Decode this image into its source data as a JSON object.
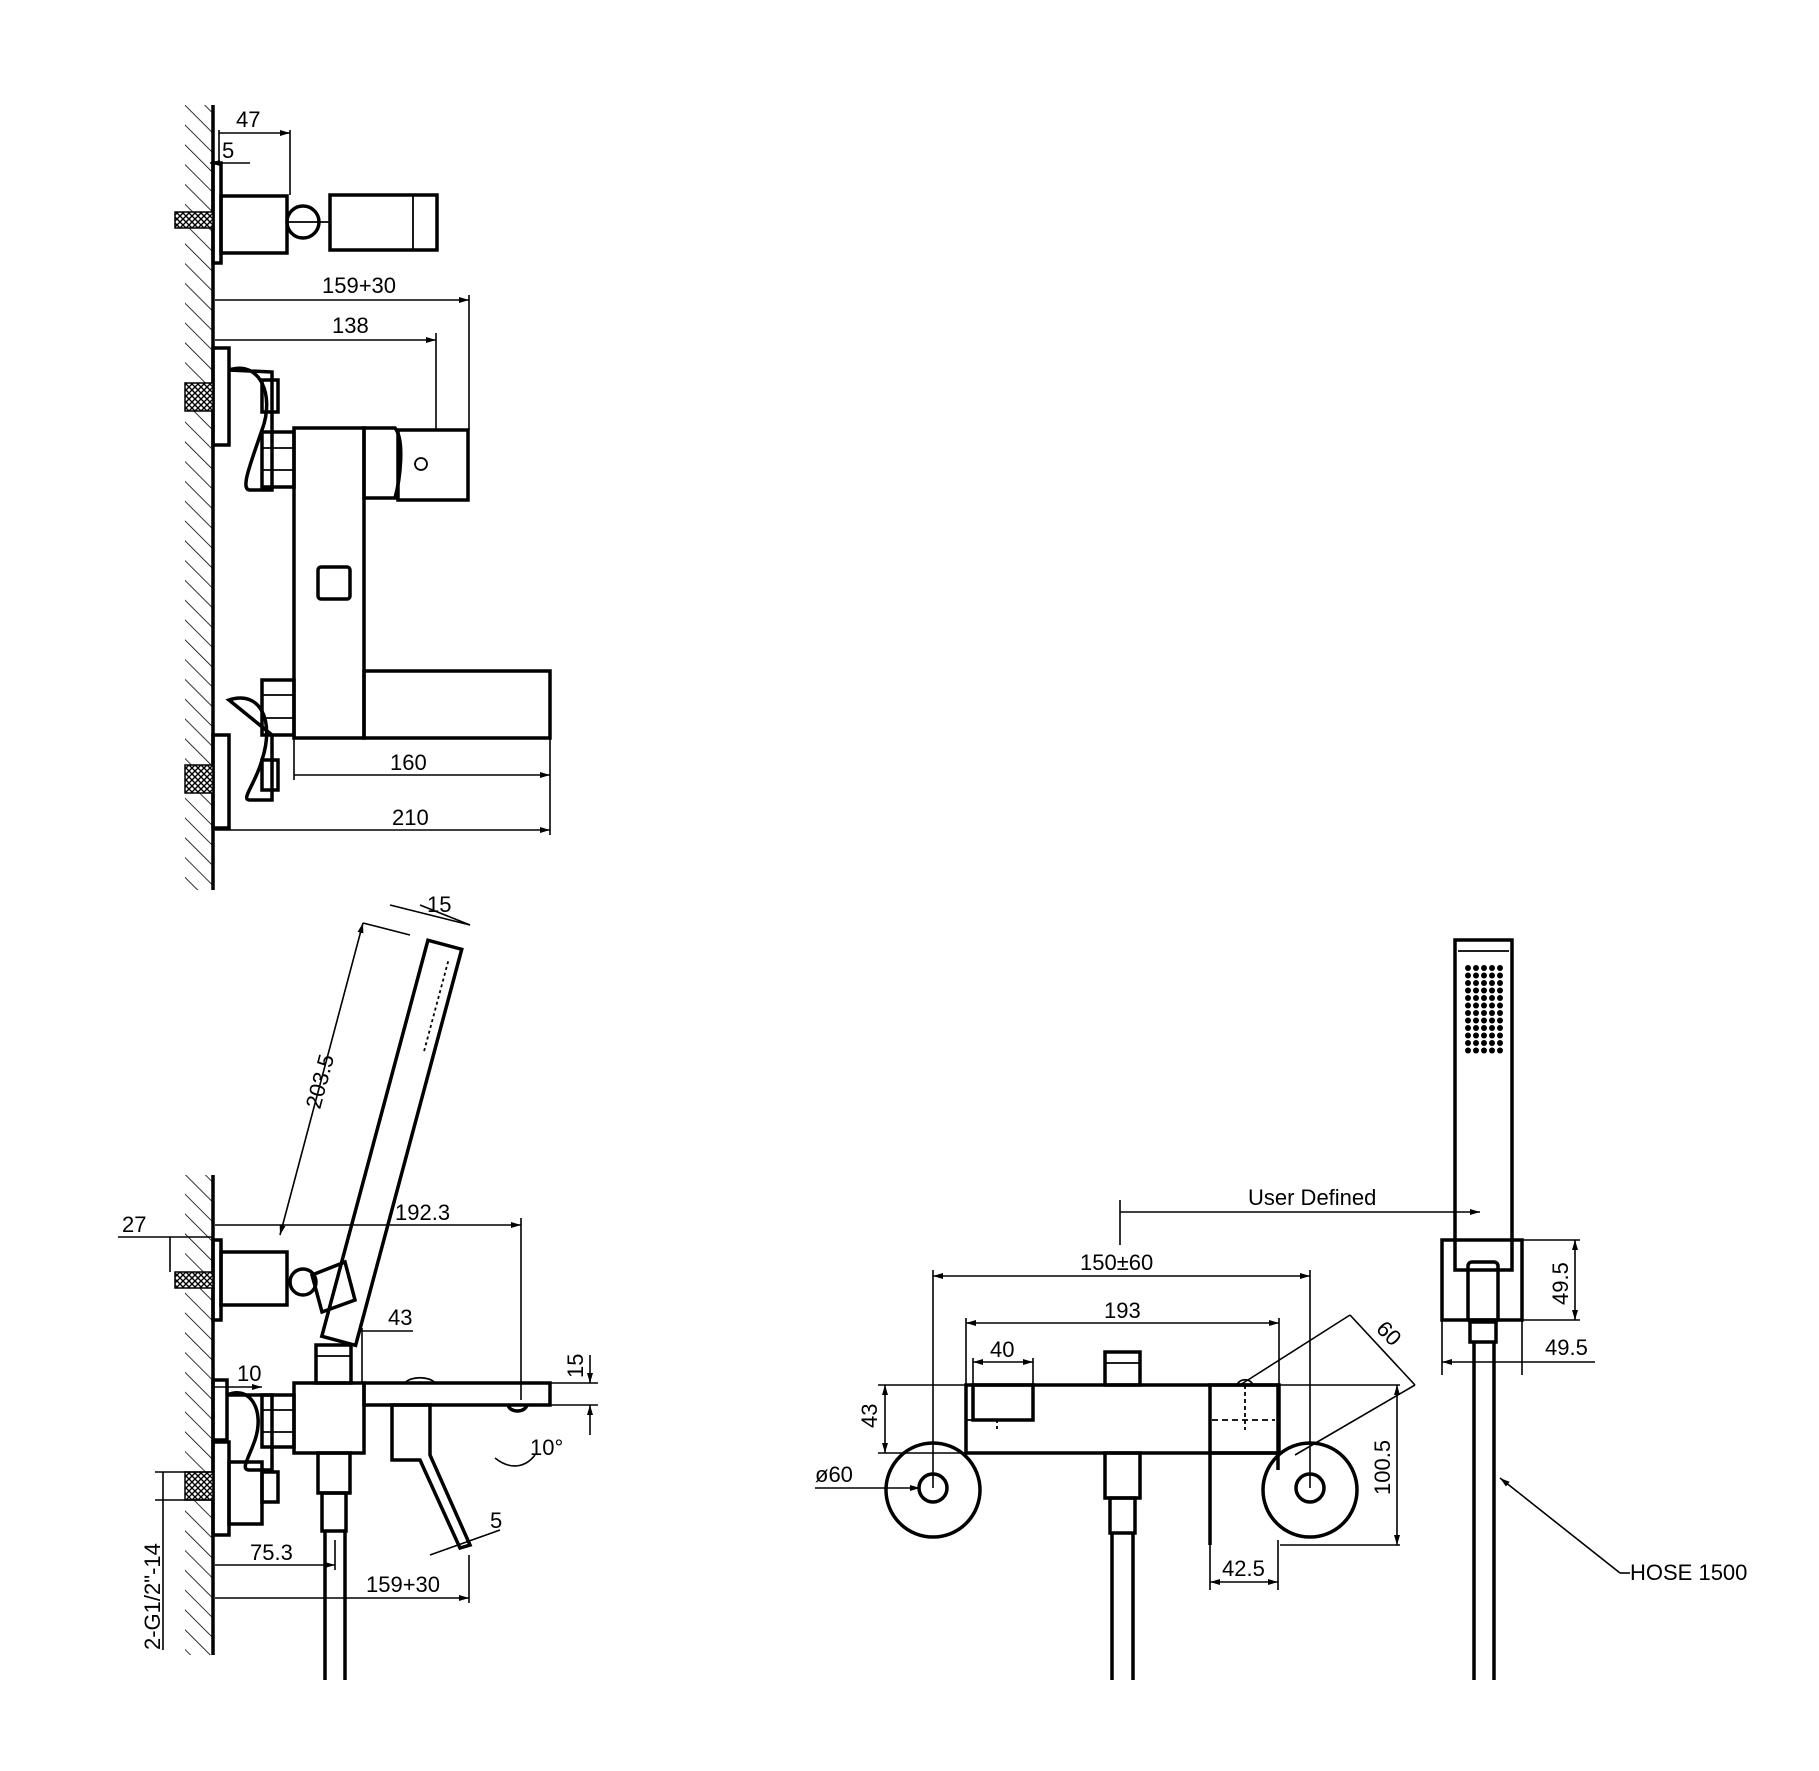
{
  "dimensions": {
    "d47": "47",
    "d5a": "5",
    "d159a": "159+30",
    "d138": "138",
    "d160": "160",
    "d210": "210",
    "d15a": "15",
    "d2035": "203.5",
    "d27": "27",
    "d1923": "192.3",
    "d43a": "43",
    "d10a": "10",
    "d15b": "15",
    "d10deg": "10°",
    "d5b": "5",
    "d753": "75.3",
    "d159b": "159+30",
    "thread": "2-G1/2\"-14",
    "user_defined": "User  Defined",
    "d150": "150±60",
    "d193": "193",
    "d40": "40",
    "d60a": "60",
    "d43b": "43",
    "phi60": "ø60",
    "d1005": "100.5",
    "d425": "42.5",
    "d495a": "49.5",
    "d495b": "49.5",
    "hose": "HOSE 1500"
  }
}
